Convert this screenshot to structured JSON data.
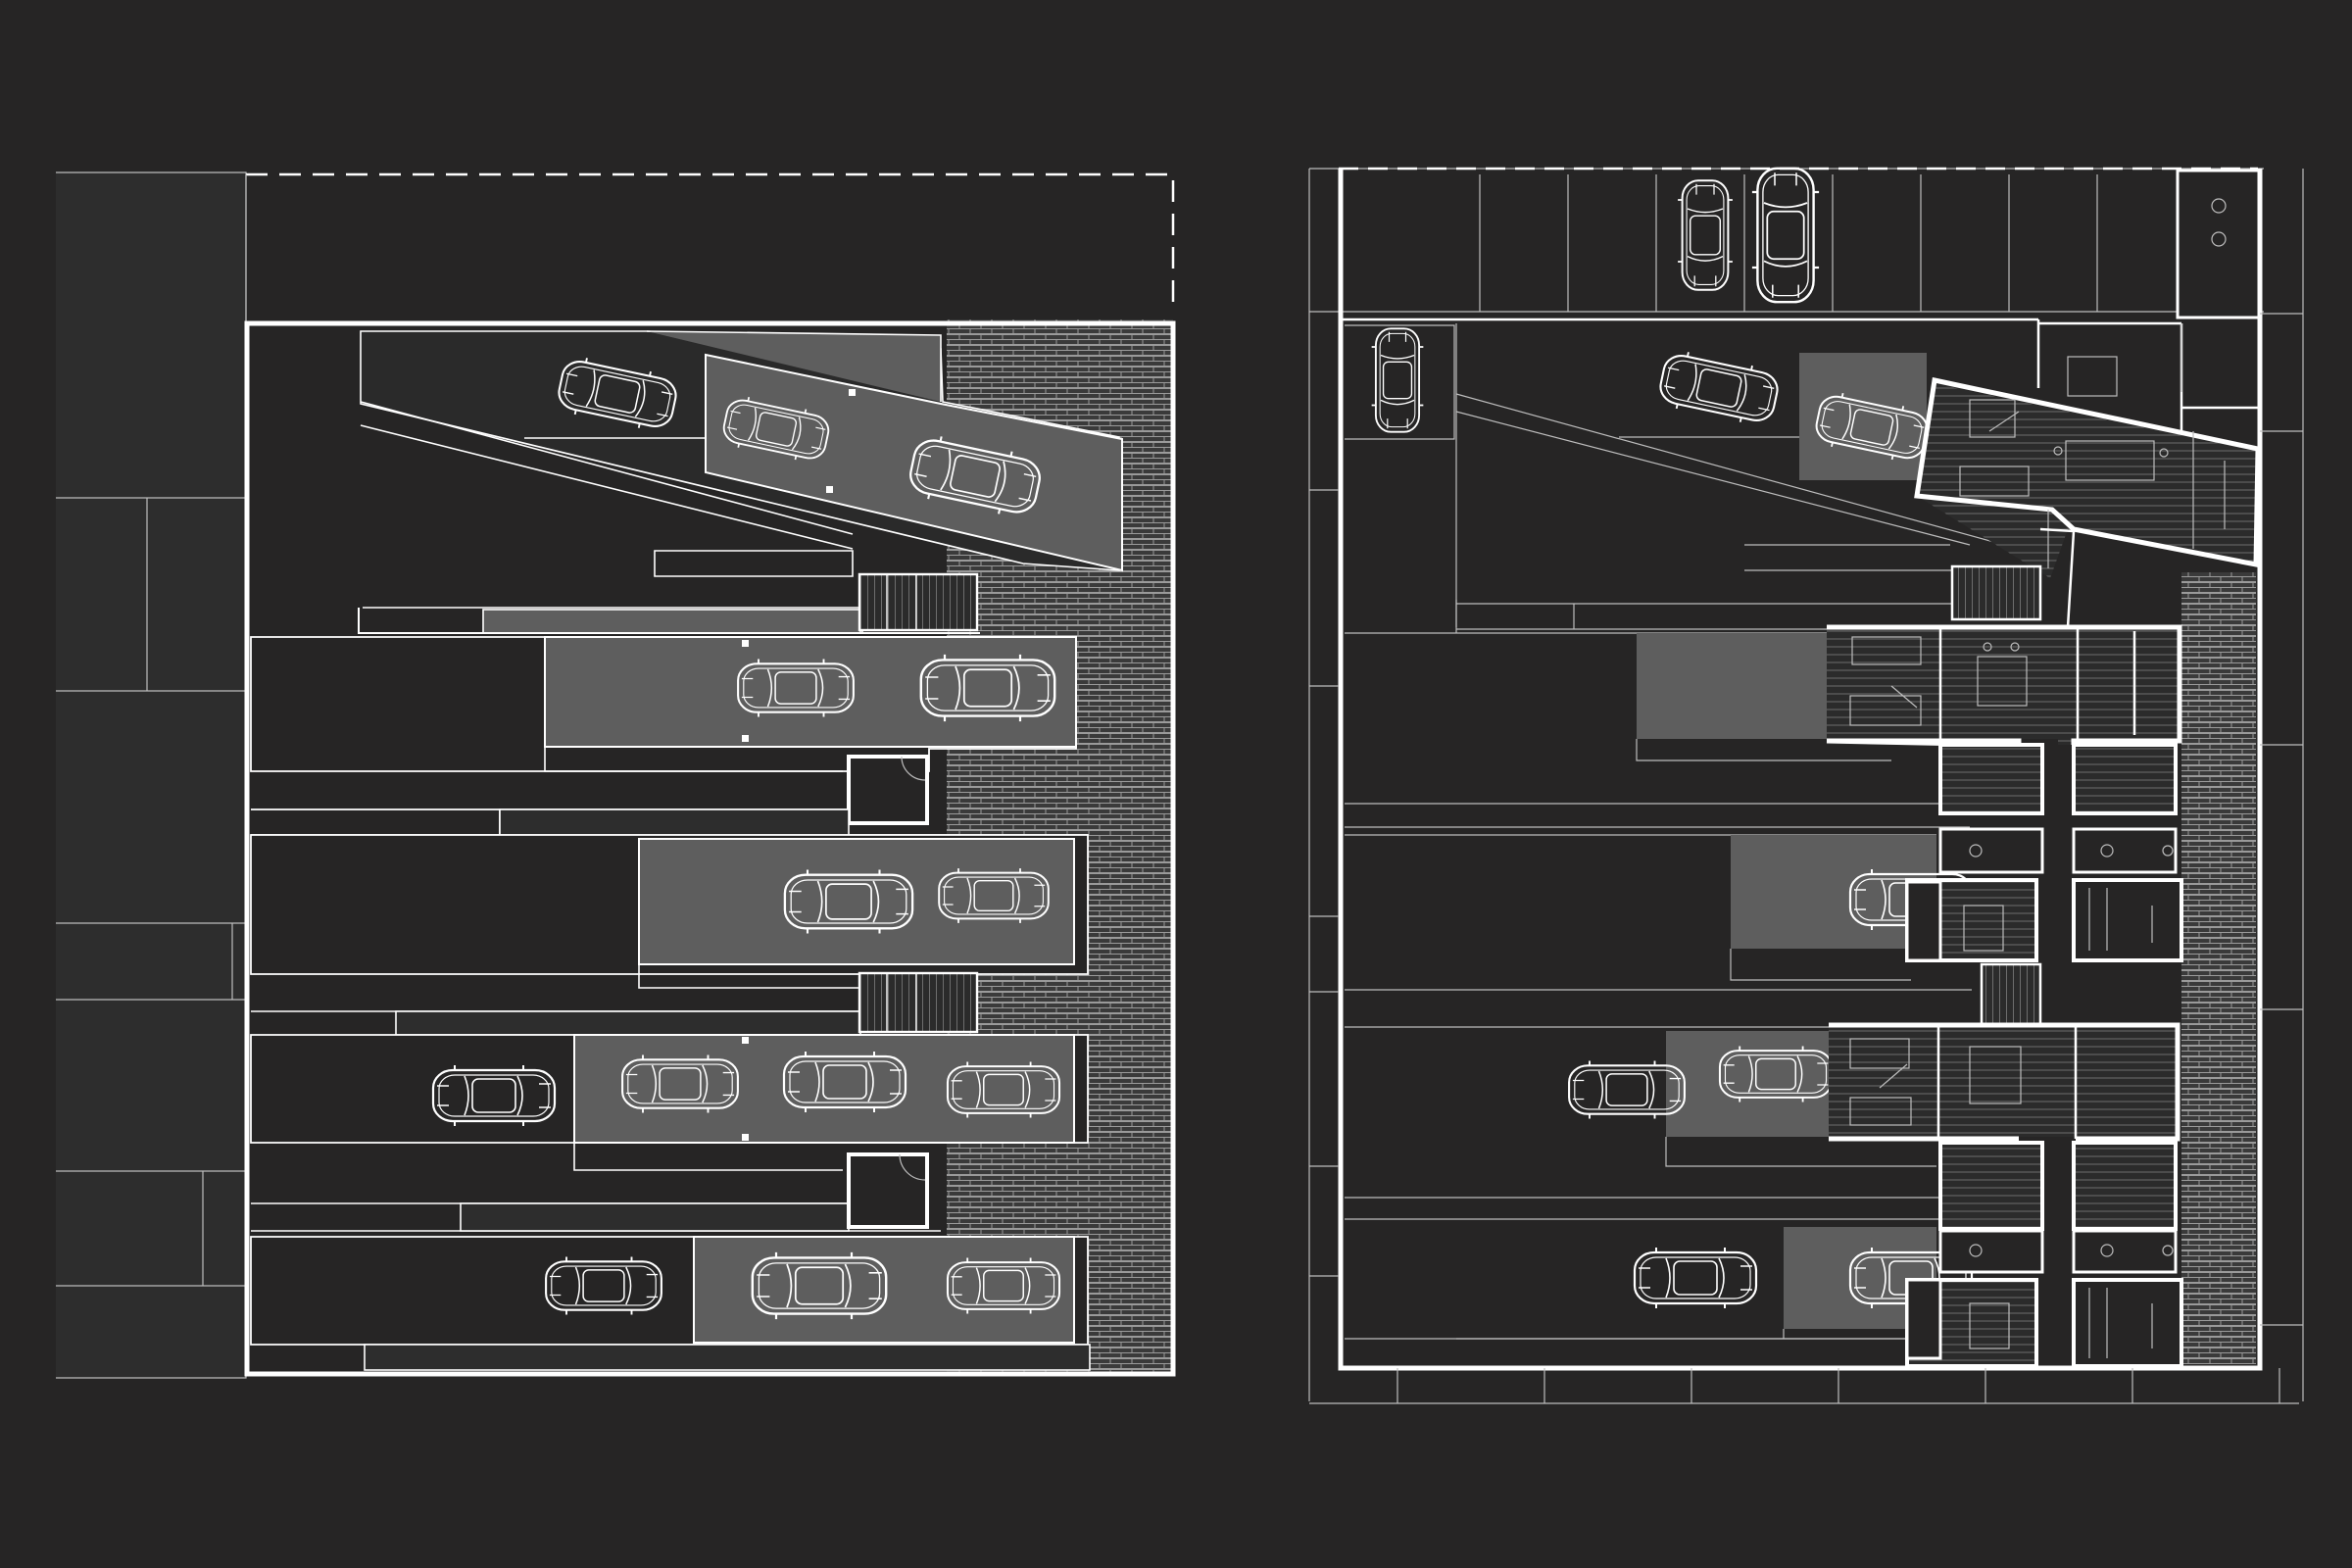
{
  "diagram": {
    "kind": "architectural floor plans",
    "panels": [
      {
        "name": "basement-parking-plan",
        "description_visible": false
      },
      {
        "name": "ground-floor-plan",
        "description_visible": false
      }
    ],
    "colors": {
      "background": "#262525",
      "lines": "#ffffff",
      "ramp_fill": "#5e5e5e",
      "block_fill": "#2d2d2d",
      "hatch": "#8a8a8a"
    }
  }
}
